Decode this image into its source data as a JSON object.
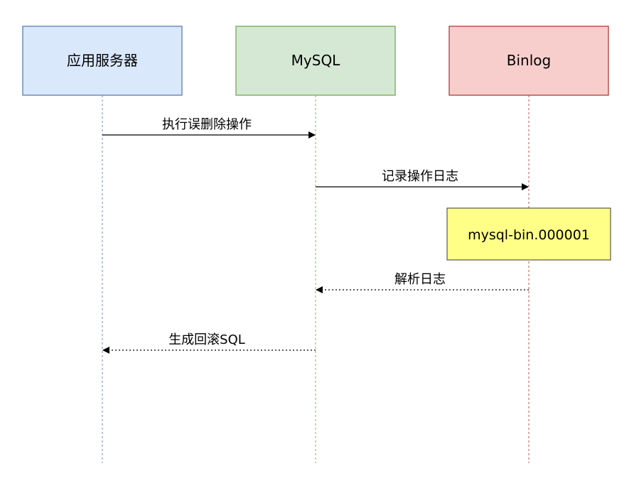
{
  "actors": [
    {
      "label": "应用服务器",
      "fill": "#dae8fc",
      "stroke": "#6c8ebf"
    },
    {
      "label": "MySQL",
      "fill": "#d5e8d4",
      "stroke": "#82b366"
    },
    {
      "label": "Binlog",
      "fill": "#f8cecc",
      "stroke": "#b85450"
    }
  ],
  "messages": [
    {
      "label": "执行误删除操作",
      "from": 0,
      "to": 1,
      "style": "solid"
    },
    {
      "label": "记录操作日志",
      "from": 1,
      "to": 2,
      "style": "solid"
    },
    {
      "label": "解析日志",
      "from": 2,
      "to": 1,
      "style": "dashed"
    },
    {
      "label": "生成回滚SQL",
      "from": 1,
      "to": 0,
      "style": "dashed"
    }
  ],
  "note": {
    "label": "mysql-bin.000001",
    "fill": "#ffff88",
    "stroke": "#36393d"
  }
}
